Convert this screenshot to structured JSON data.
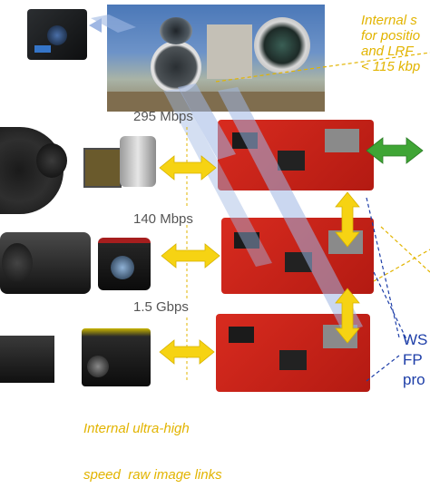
{
  "rates": {
    "top": "295 Mbps",
    "middle": "140 Mbps",
    "bottom": "1.5 Gbps"
  },
  "notes": {
    "top_right": [
      "Internal s",
      "for positio",
      "and LRF",
      "< 115 kbp"
    ],
    "bottom_left": [
      "Internal ultra-high",
      "speed  raw image links"
    ],
    "bottom_right": [
      "WS",
      "FP",
      "pro"
    ]
  },
  "colors": {
    "yellow_arrow": "#f6d313",
    "green_arrow": "#3fa535",
    "blue_link": "#9fb7e3",
    "board_red": "#d22a1e",
    "note_yellow": "#e2b400",
    "note_blue": "#1d3ea8"
  }
}
